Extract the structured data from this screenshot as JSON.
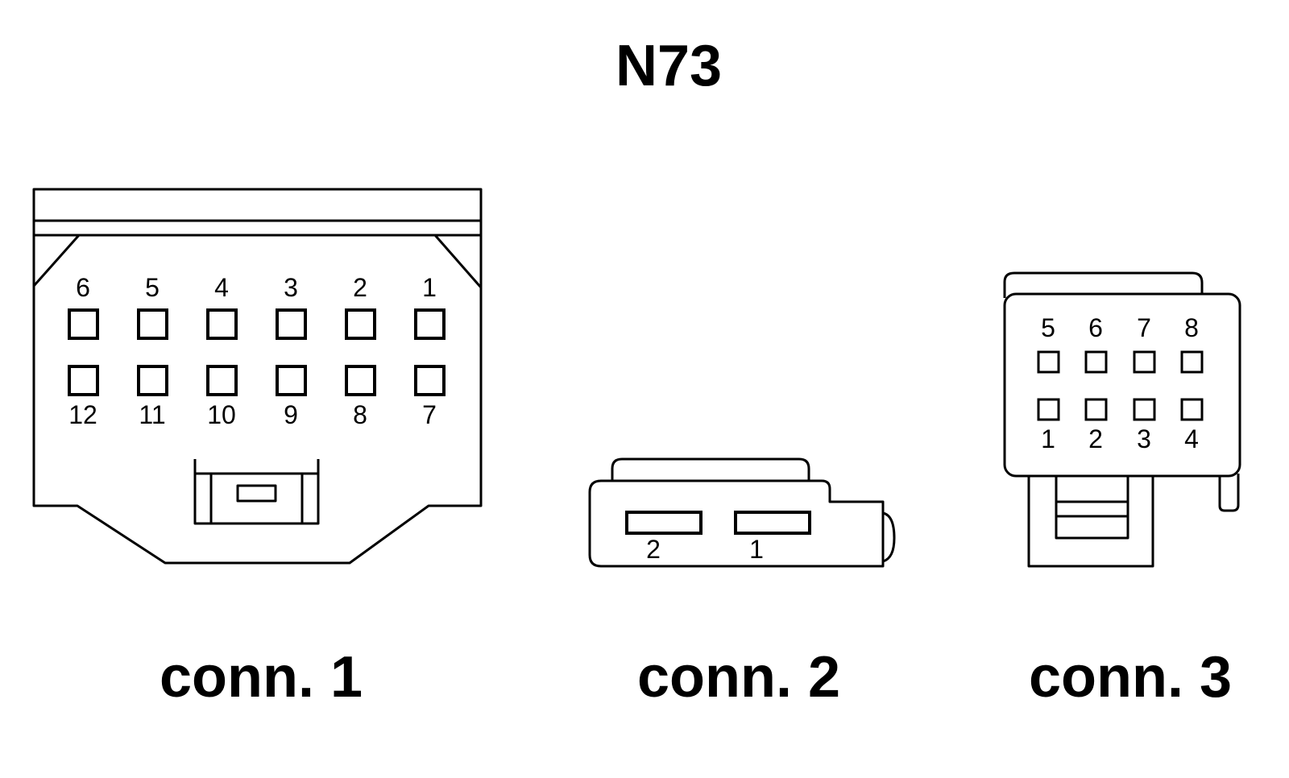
{
  "title": "N73",
  "connectors": [
    {
      "caption": "conn. 1",
      "pins_top": [
        "6",
        "5",
        "4",
        "3",
        "2",
        "1"
      ],
      "pins_bottom": [
        "12",
        "11",
        "10",
        "9",
        "8",
        "7"
      ]
    },
    {
      "caption": "conn. 2",
      "pins": [
        "2",
        "1"
      ]
    },
    {
      "caption": "conn. 3",
      "pins_top": [
        "5",
        "6",
        "7",
        "8"
      ],
      "pins_bottom": [
        "1",
        "2",
        "3",
        "4"
      ]
    }
  ]
}
